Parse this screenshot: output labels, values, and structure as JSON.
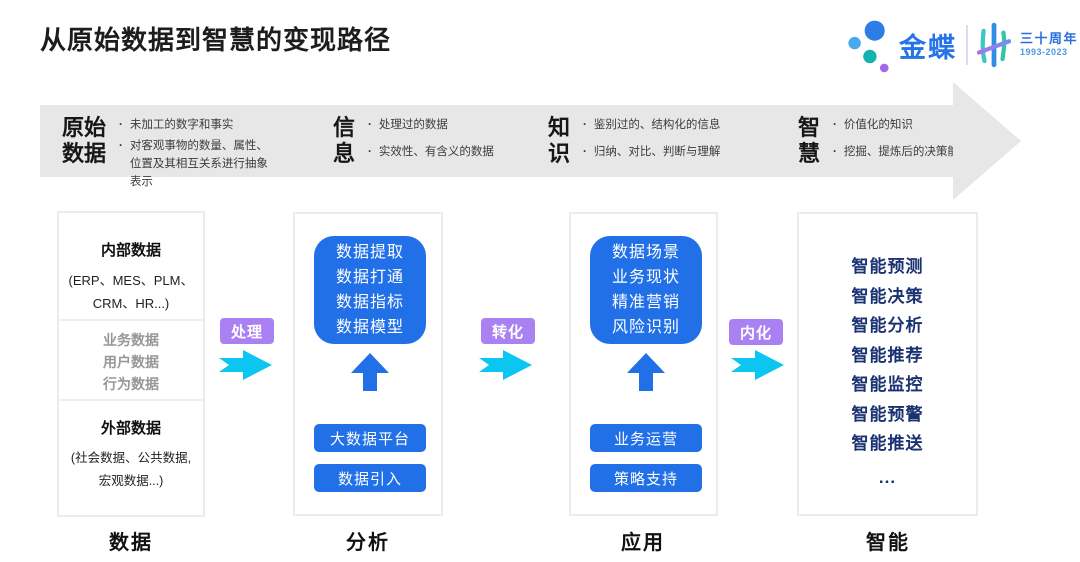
{
  "title": "从原始数据到智慧的变现路径",
  "logo": {
    "brand": "金蝶",
    "anniversary": "三十周年",
    "years": "1993-2023"
  },
  "band": {
    "bullet_char": "·",
    "stages": [
      {
        "heading_lines": [
          "原始",
          "数据"
        ],
        "bullets": [
          "未加工的数字和事实",
          "对客观事物的数量、属性、位置及其相互关系进行抽象表示"
        ]
      },
      {
        "heading_lines": [
          "信",
          "息"
        ],
        "bullets": [
          "处理过的数据",
          "实效性、有含义的数据"
        ]
      },
      {
        "heading_lines": [
          "知",
          "识"
        ],
        "bullets": [
          "鉴别过的、结构化的信息",
          "归纳、对比、判断与理解"
        ]
      },
      {
        "heading_lines": [
          "智",
          "慧"
        ],
        "bullets": [
          "价值化的知识",
          "挖掘、提炼后的决策能力"
        ]
      }
    ]
  },
  "connectors": [
    {
      "label": "处理"
    },
    {
      "label": "转化"
    },
    {
      "label": "内化"
    }
  ],
  "columns": {
    "data": {
      "label": "数据",
      "internal_title": "内部数据",
      "internal_lines": [
        "(ERP、MES、PLM、",
        "CRM、HR...)"
      ],
      "middle_items": [
        "业务数据",
        "用户数据",
        "行为数据"
      ],
      "external_title": "外部数据",
      "external_lines": [
        "(社会数据、公共数据,",
        "宏观数据...)"
      ]
    },
    "analysis": {
      "label": "分析",
      "box_lines": [
        "数据提取",
        "数据打通",
        "数据指标",
        "数据模型"
      ],
      "buttons": [
        "大数据平台",
        "数据引入"
      ]
    },
    "application": {
      "label": "应用",
      "box_lines": [
        "数据场景",
        "业务现状",
        "精准营销",
        "风险识别"
      ],
      "buttons": [
        "业务运营",
        "策略支持"
      ]
    },
    "intelligence": {
      "label": "智能",
      "items": [
        "智能预测",
        "智能决策",
        "智能分析",
        "智能推荐",
        "智能监控",
        "智能预警",
        "智能推送",
        "..."
      ]
    }
  },
  "colors": {
    "accent_blue": "#2170e8",
    "navy_text": "#1a3272",
    "connector_purple": "#a981f2",
    "connector_cyan": "#0cc6f2",
    "band_gray": "#e7e7e7",
    "kingdee_blue": "#2573e8"
  }
}
